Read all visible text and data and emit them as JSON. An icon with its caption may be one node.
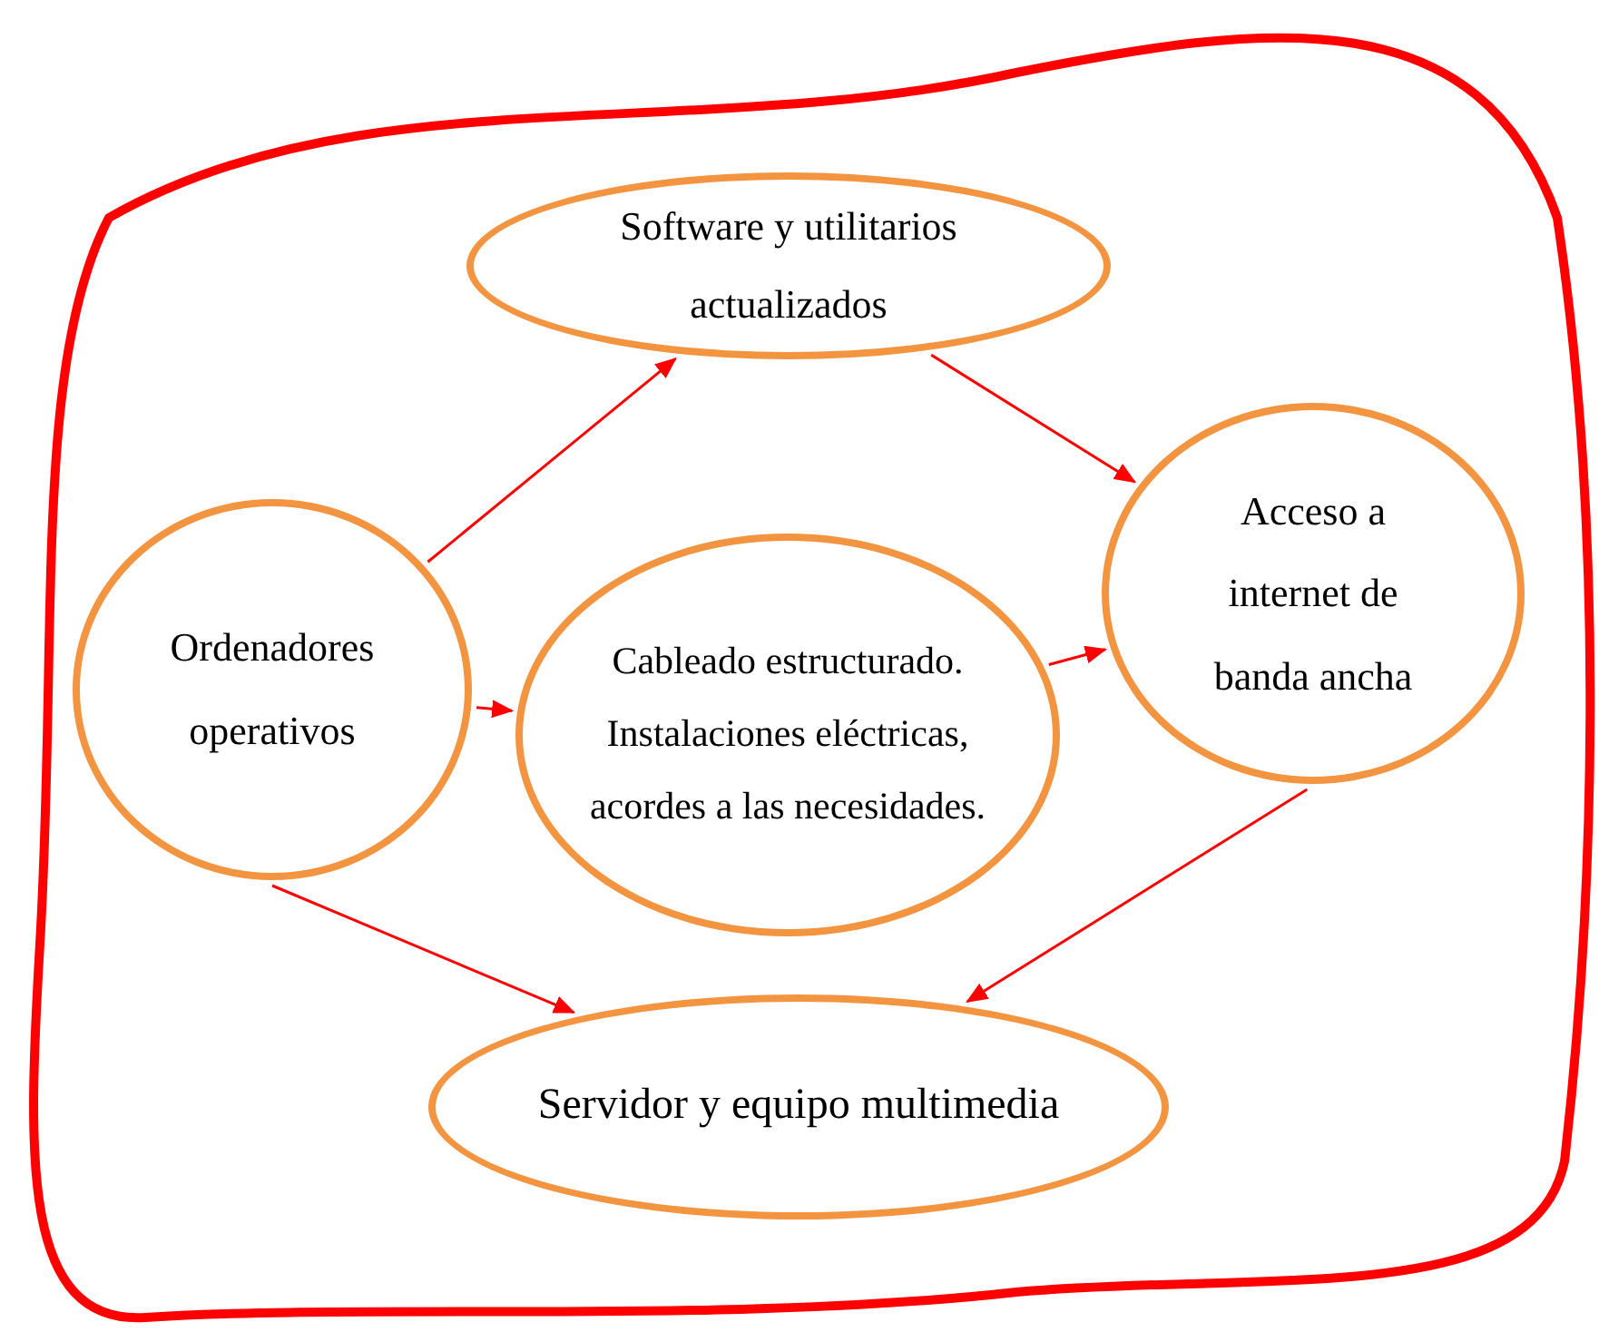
{
  "diagram": {
    "nodes": [
      {
        "text": [],
        "shape": "cloud"
      },
      {
        "text": [
          "Software y utilitarios actualizados"
        ],
        "in": 0
      },
      {
        "text": [
          "Ordenadores operativos"
        ],
        "in": 0
      },
      {
        "text": [
          "Cableado estructurado. Instalaciones eléctricas, acordes a las necesidades."
        ],
        "in": 0
      },
      {
        "text": [
          "Acceso a internet de banda ancha"
        ],
        "in": 0
      },
      {
        "text": [
          "Servidor y equipo multimedia"
        ],
        "in": 0
      }
    ],
    "edges": [
      {
        "from": 2,
        "to": 1,
        "arrow": "to"
      },
      {
        "from": 2,
        "to": 3,
        "arrow": "to"
      },
      {
        "from": 2,
        "to": 5,
        "arrow": "to"
      },
      {
        "from": 1,
        "to": 4,
        "arrow": "to"
      },
      {
        "from": 3,
        "to": 4,
        "arrow": "to"
      },
      {
        "from": 4,
        "to": 5,
        "arrow": "to"
      }
    ]
  }
}
